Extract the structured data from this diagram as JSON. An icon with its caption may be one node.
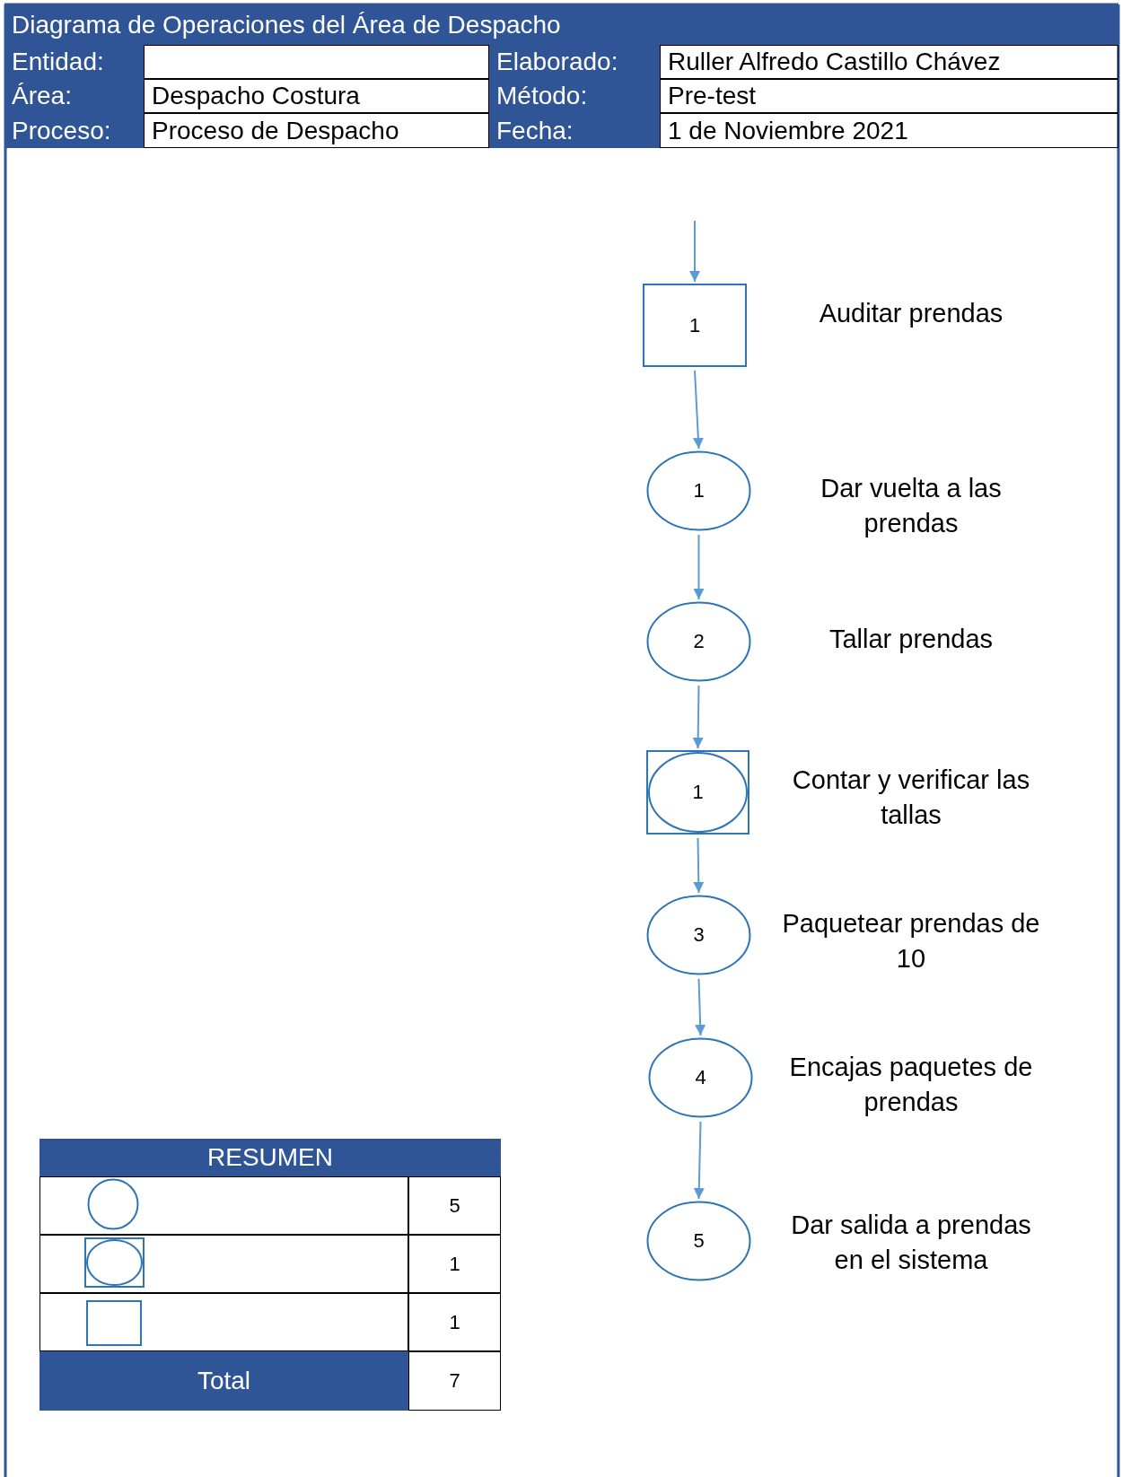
{
  "diagram": {
    "title": "Diagrama de Operaciones del Área de Despacho",
    "nodes": [
      {
        "text": [
          "1"
        ],
        "beside": [
          "Auditar prendas"
        ]
      },
      {
        "text": [
          "1"
        ],
        "beside": [
          "Dar vuelta a las prendas"
        ]
      },
      {
        "text": [
          "2"
        ],
        "beside": [
          "Tallar prendas"
        ]
      },
      {
        "text": [
          "1"
        ],
        "beside": [
          "Contar y verificar las tallas"
        ]
      },
      {
        "text": [
          "3"
        ],
        "beside": [
          "Paquetear prendas de 10"
        ]
      },
      {
        "text": [
          "4"
        ],
        "beside": [
          "Encajas paquetes de prendas"
        ]
      },
      {
        "text": [
          "5"
        ],
        "beside": [
          "Dar salida a prendas en el sistema"
        ]
      }
    ],
    "edges": [
      {
        "from": null,
        "to": 0,
        "arrow": "to"
      },
      {
        "from": 0,
        "to": 1,
        "arrow": "to"
      },
      {
        "from": 1,
        "to": 2,
        "arrow": "to"
      },
      {
        "from": 2,
        "to": 3,
        "arrow": "to"
      },
      {
        "from": 3,
        "to": 4,
        "arrow": "to"
      },
      {
        "from": 4,
        "to": 5,
        "arrow": "to"
      },
      {
        "from": 5,
        "to": 6,
        "arrow": "to"
      }
    ],
    "labels": [
      "Entidad:",
      "Elaborado:",
      "Ruller Alfredo Castillo Chávez",
      "Área:",
      "Despacho Costura",
      "Método:",
      "Pre-test",
      "Proceso:",
      "Proceso de Despacho",
      "Fecha:",
      "1 de Noviembre 2021",
      "RESUMEN",
      "5",
      "1",
      "1",
      "Total",
      "7"
    ]
  }
}
